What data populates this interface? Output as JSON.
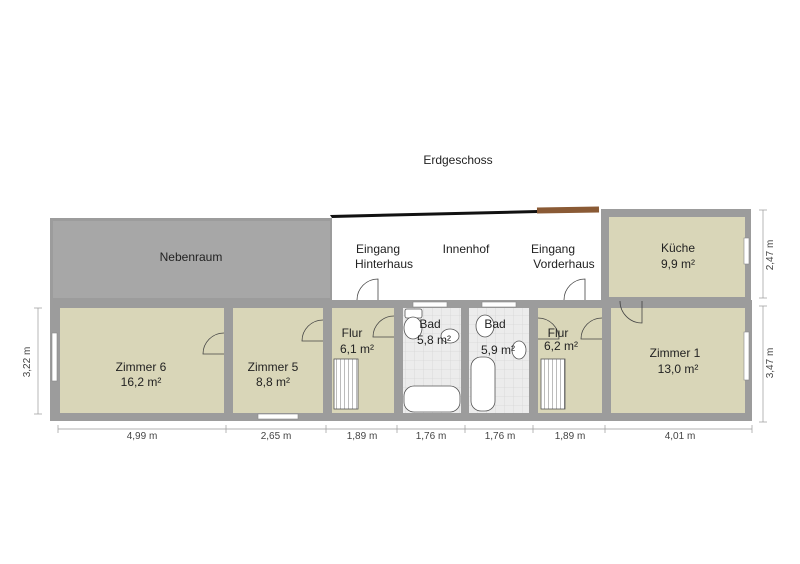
{
  "title": "Erdgeschoss",
  "rooms": {
    "nebenraum": {
      "name": "Nebenraum"
    },
    "innenhof": {
      "name": "Innenhof"
    },
    "eingang_hinterhaus": {
      "line1": "Eingang",
      "line2": "Hinterhaus"
    },
    "eingang_vorderhaus": {
      "line1": "Eingang",
      "line2": "Vorderhaus"
    },
    "kueche": {
      "name": "Küche",
      "area": "9,9 m²"
    },
    "zimmer6": {
      "name": "Zimmer 6",
      "area": "16,2 m²"
    },
    "zimmer5": {
      "name": "Zimmer 5",
      "area": "8,8 m²"
    },
    "flur_left": {
      "name": "Flur",
      "area": "6,1 m²"
    },
    "bad_left": {
      "name": "Bad",
      "area": "5,8 m²"
    },
    "bad_right": {
      "name": "Bad",
      "area": "5,9 m²"
    },
    "flur_right": {
      "name": "Flur",
      "area": "6,2 m²"
    },
    "zimmer1": {
      "name": "Zimmer 1",
      "area": "13,0 m²"
    }
  },
  "dimensions": {
    "bottom": [
      "4,99 m",
      "2,65 m",
      "1,89 m",
      "1,76 m",
      "1,76 m",
      "1,89 m",
      "4,01 m"
    ],
    "left": "3,22 m",
    "right_top": "2,47 m",
    "right_bottom": "3,47 m"
  },
  "colors": {
    "floor": "#d9d6b8",
    "nebenraum": "#a7a7a7",
    "wall": "#9c9c9c",
    "bath_tile": "#e8e8e8",
    "fence": "#8a5a35"
  }
}
